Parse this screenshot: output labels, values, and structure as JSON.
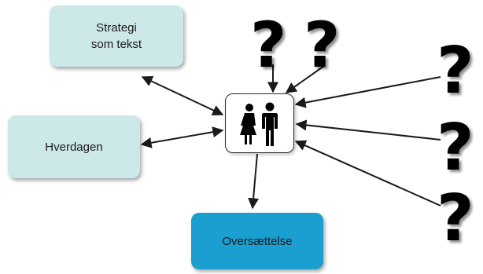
{
  "boxes": {
    "strategi": {
      "line1": "Strategi",
      "line2": "som tekst"
    },
    "hverdagen": {
      "label": "Hverdagen"
    },
    "oversaettelse": {
      "label": "Oversættelse"
    }
  },
  "question_marks": [
    "?",
    "?",
    "?",
    "?",
    "?"
  ],
  "colors": {
    "light_box": "#cce8e8",
    "dark_box": "#1a9fd0",
    "arrow": "#1a1a1a"
  },
  "icons": {
    "center": "people-icon"
  }
}
